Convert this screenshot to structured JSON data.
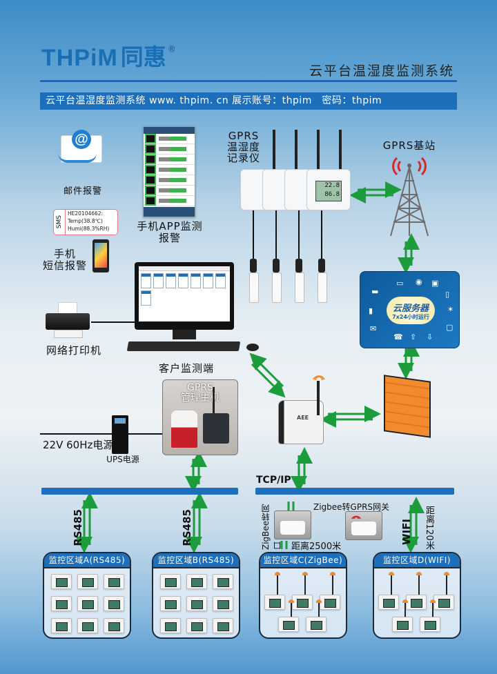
{
  "header": {
    "logo_latin": "THPiM",
    "logo_chinese": "同惠",
    "logo_reg": "®",
    "subtitle": "云平台温湿度监测系统"
  },
  "banner": {
    "text": "云平台温湿度监测系统 www. thpim. cn 展示账号：thpim　密码：thpim"
  },
  "nodes": {
    "email_alarm": "邮件报警",
    "app_alarm_line1": "手机APP监测",
    "app_alarm_line2": "报警",
    "sms_label": "SMS",
    "sms_line1": "HE20104662:",
    "sms_line2": "Temp(38.8℃)",
    "sms_line3": "Humi(88.3%RH)",
    "sms_alarm_line1": "手机",
    "sms_alarm_line2": "短信报警",
    "gprs_logger_line1": "GPRS",
    "gprs_logger_line2": "温湿度",
    "gprs_logger_line3": "记录仪",
    "logger_reading_temp": "22.8",
    "logger_reading_humi": "86.8",
    "gprs_station": "GPRS基站",
    "cloud_server_title": "云服务器",
    "cloud_server_sub": "7x24小时运行",
    "printer": "网络打印机",
    "client": "客户监测端",
    "gprs_host_line1": "GPRS",
    "gprs_host_line2": "管理主机",
    "power": "22V  60Hz电源",
    "ups": "UPS电源",
    "router_brand": "AEE",
    "tcpip": "TCP/IP"
  },
  "links": {
    "rs485_a": "RS485",
    "rs485_b": "RS485",
    "zigbee_to_lan": "ZigBee转网口",
    "zigbee_to_gprs": "Zigbee转GPRS网关",
    "zigbee_distance": "距离2500米",
    "wifi": "WIFI",
    "wifi_distance": "距离120米"
  },
  "zones": [
    {
      "title": "监控区域A(RS485)",
      "device_count": 9
    },
    {
      "title": "监控区域B(RS485)",
      "device_count": 9
    },
    {
      "title": "监控区域C(ZigBee)",
      "device_count": 5
    },
    {
      "title": "监控区域D(WIFI)",
      "device_count": 5
    }
  ],
  "colors": {
    "brand_blue": "#1d6fbb",
    "arrow_green": "#1d9c3c",
    "firewall_orange": "#f28a2e",
    "alert_red": "#d9262b"
  }
}
